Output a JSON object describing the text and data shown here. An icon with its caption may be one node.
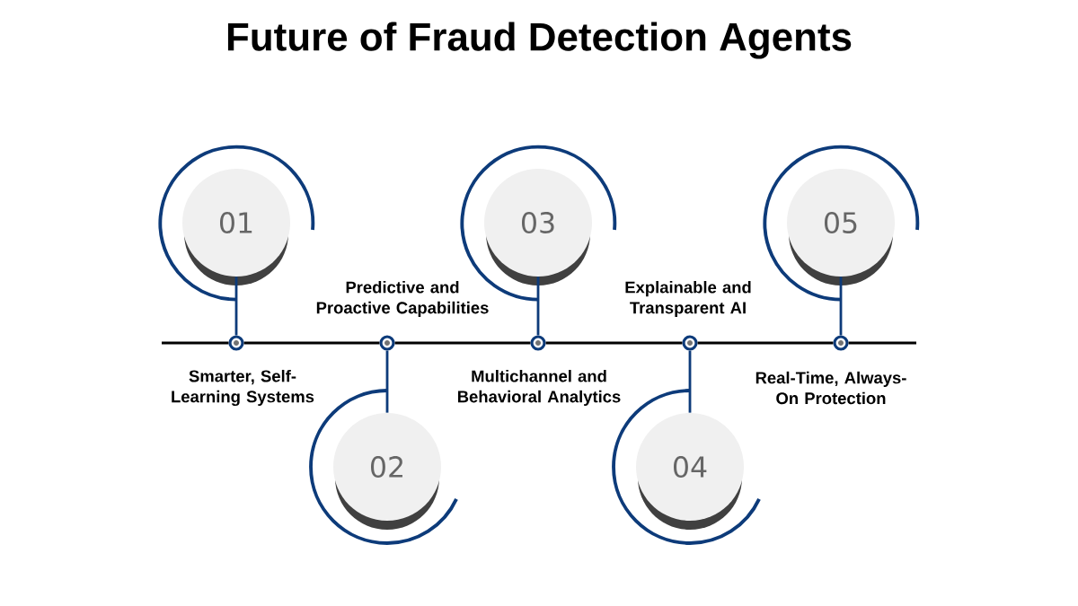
{
  "diagram": {
    "title": "Future of Fraud Detection Agents",
    "nodes": [
      {
        "text": [
          "01"
        ]
      },
      {
        "text": [
          "02"
        ]
      },
      {
        "text": [
          "03"
        ]
      },
      {
        "text": [
          "04"
        ]
      },
      {
        "text": [
          "05"
        ]
      },
      {
        "text": [],
        "shape": "circle"
      },
      {
        "text": [],
        "shape": "circle"
      },
      {
        "text": [],
        "shape": "circle"
      },
      {
        "text": [],
        "shape": "circle"
      },
      {
        "text": [],
        "shape": "circle"
      }
    ],
    "edges": [
      {
        "from": 0,
        "to": 5,
        "arrow": "none",
        "color": "#0d3b7a"
      },
      {
        "from": 1,
        "to": 6,
        "arrow": "none",
        "color": "#0d3b7a"
      },
      {
        "from": 2,
        "to": 7,
        "arrow": "none",
        "color": "#0d3b7a"
      },
      {
        "from": 3,
        "to": 8,
        "arrow": "none",
        "color": "#0d3b7a"
      },
      {
        "from": 4,
        "to": 9,
        "arrow": "none",
        "color": "#0d3b7a"
      },
      {
        "from": null,
        "to": 5,
        "arrow": "none"
      },
      {
        "from": 5,
        "to": 6,
        "arrow": "none"
      },
      {
        "from": 6,
        "to": 7,
        "arrow": "none"
      },
      {
        "from": 7,
        "to": 8,
        "arrow": "none"
      },
      {
        "from": 8,
        "to": 9,
        "arrow": "none"
      },
      {
        "from": 9,
        "to": null,
        "arrow": "none"
      }
    ],
    "labels": [
      "Predictive and Proactive Capabilities",
      "Explainable and Transparent AI",
      "Smarter, Self-Learning Systems",
      "Multichannel and Behavioral Analytics",
      "Real-Time, Always-On Protection"
    ]
  }
}
